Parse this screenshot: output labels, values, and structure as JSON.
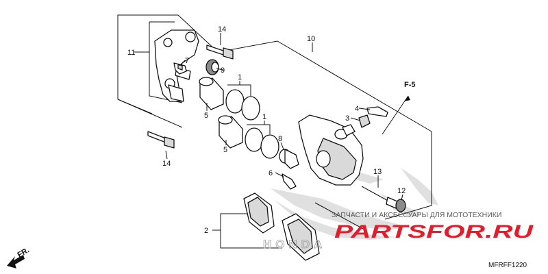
{
  "diagram": {
    "section_ref": "F-5",
    "direction_label": "FR.",
    "diagram_code": "MFRFF1220",
    "callouts": [
      "14",
      "11",
      "7",
      "9",
      "10",
      "1",
      "5",
      "1",
      "5",
      "8",
      "4",
      "3",
      "6",
      "13",
      "12",
      "14",
      "2"
    ]
  },
  "watermark": {
    "title": "ЗАПЧАСТИ И АКСЕССУАРЫ ДЛЯ МОТОТЕХНИКИ",
    "logo": "PARTSFOR.RU",
    "brand": "HONDA",
    "logo_color": "#e51d2a"
  }
}
